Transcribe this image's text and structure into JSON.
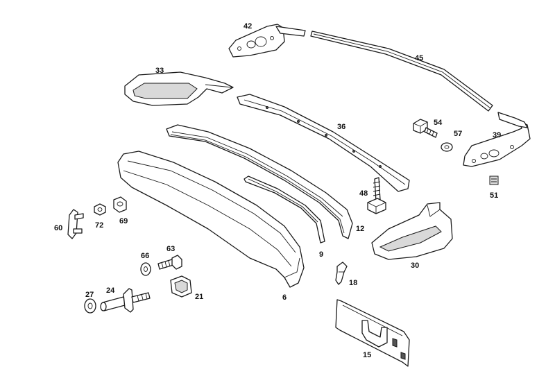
{
  "labels": {
    "p6": "6",
    "p9": "9",
    "p12": "12",
    "p15": "15",
    "p18": "18",
    "p21": "21",
    "p24": "24",
    "p27": "27",
    "p30": "30",
    "p33": "33",
    "p36": "36",
    "p39": "39",
    "p42": "42",
    "p45": "45",
    "p48": "48",
    "p51": "51",
    "p54": "54",
    "p57": "57",
    "p60": "60",
    "p63": "63",
    "p66": "66",
    "p69": "69",
    "p72": "72"
  }
}
